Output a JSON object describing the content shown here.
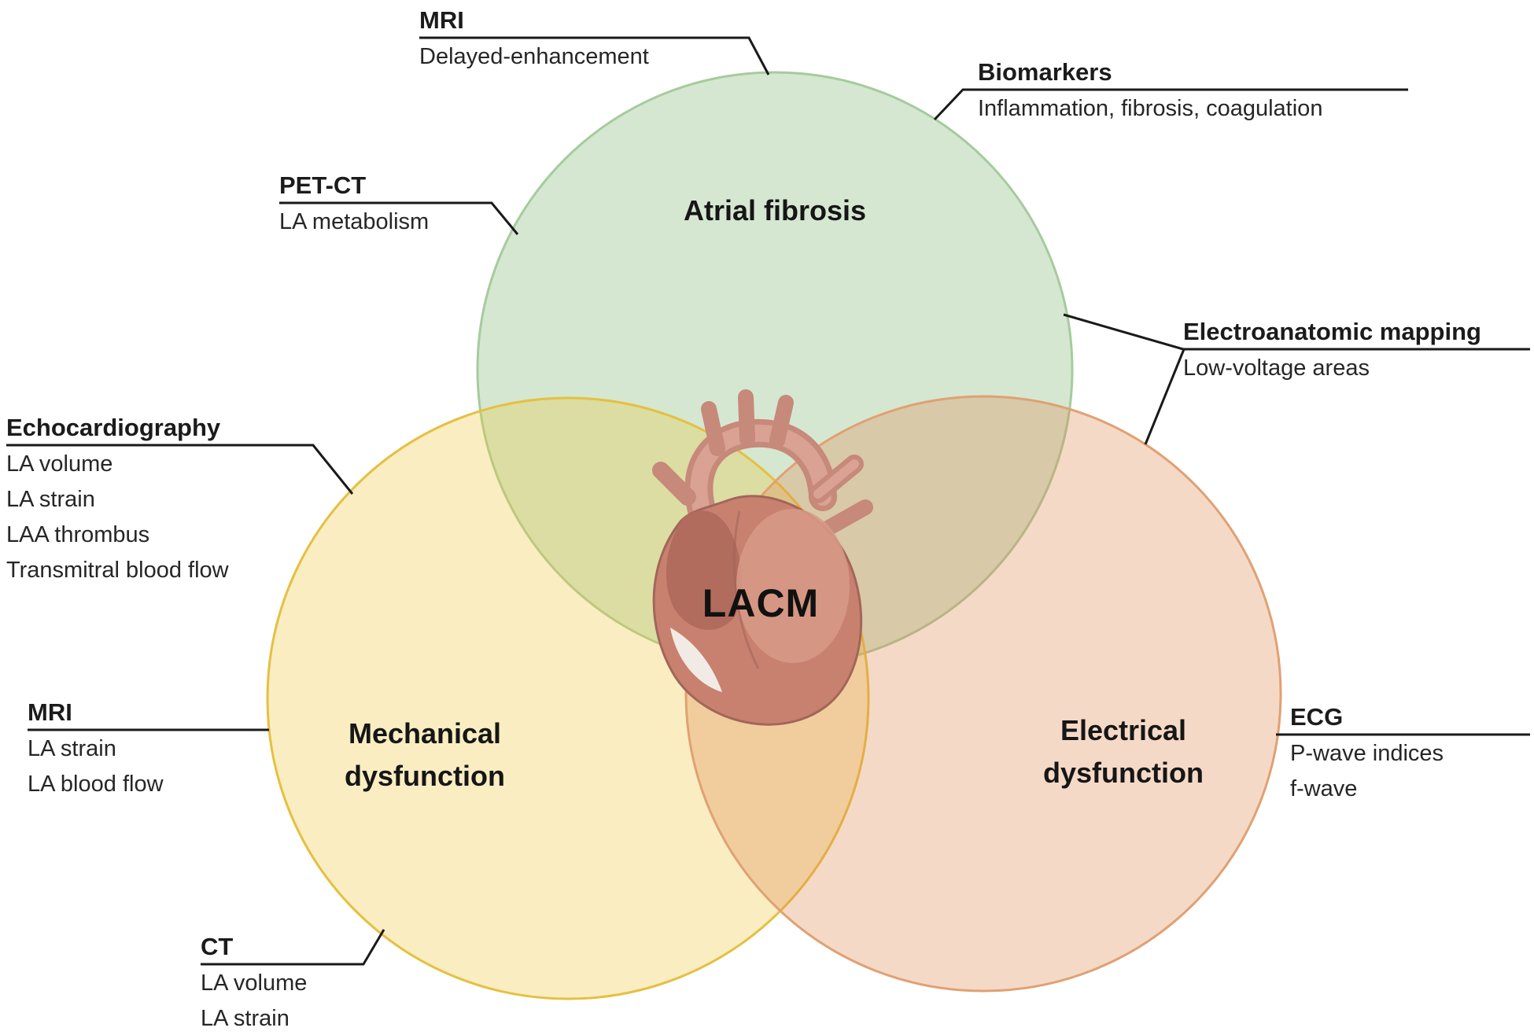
{
  "figure": {
    "center_label": "LACM",
    "circle_labels": {
      "fibrosis": "Atrial fibrosis",
      "mechanical": "Mechanical dysfunction",
      "electrical": "Electrical dysfunction"
    },
    "colors": {
      "fibrosis_fill": "#7fb573",
      "fibrosis_stroke": "#a6cb9d",
      "mechanical_fill": "#ecc73e",
      "mechanical_stroke": "#e5c041",
      "electrical_fill": "#e08850",
      "electrical_stroke": "#e0a173",
      "line_color": "#1a1a1a"
    }
  },
  "callouts": [
    {
      "id": "mri-fibrosis",
      "title": "MRI",
      "lines": [
        "Delayed-enhancement"
      ]
    },
    {
      "id": "biomarkers",
      "title": "Biomarkers",
      "lines": [
        "Inflammation, fibrosis, coagulation"
      ]
    },
    {
      "id": "pet-ct",
      "title": "PET-CT",
      "lines": [
        "LA metabolism"
      ]
    },
    {
      "id": "electroanatomic-mapping",
      "title": "Electroanatomic mapping",
      "lines": [
        "Low-voltage areas"
      ]
    },
    {
      "id": "echocardiography",
      "title": "Echocardiography",
      "lines": [
        "LA volume",
        "LA strain",
        "LAA thrombus",
        "Transmitral blood flow"
      ]
    },
    {
      "id": "mri-mechanical",
      "title": "MRI",
      "lines": [
        "LA strain",
        "LA blood flow"
      ]
    },
    {
      "id": "ecg",
      "title": "ECG",
      "lines": [
        "P-wave indices",
        "f-wave"
      ]
    },
    {
      "id": "ct",
      "title": "CT",
      "lines": [
        "LA volume",
        "LA strain"
      ]
    }
  ]
}
